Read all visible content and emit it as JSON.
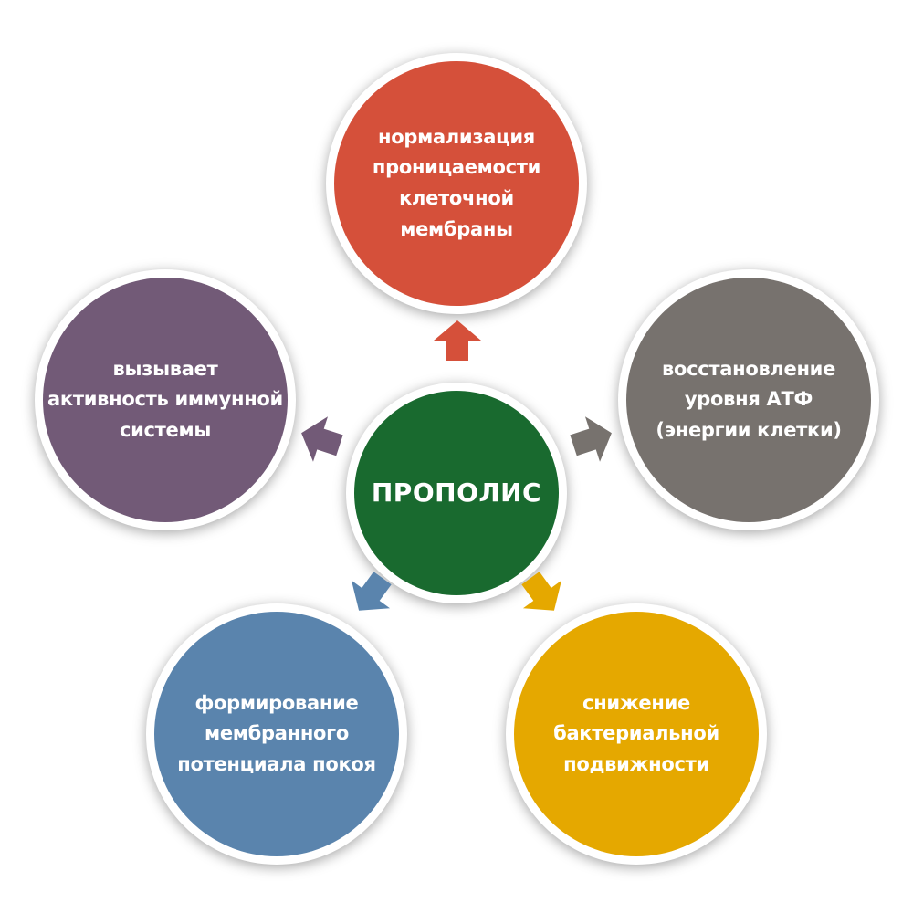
{
  "center": {
    "label": "ПРОПОЛИС",
    "color": "#196a2f"
  },
  "nodes": [
    {
      "id": "top",
      "lines": [
        "нормализация",
        "проницаемости",
        "клеточной",
        "мембраны"
      ],
      "color": "#d5503a",
      "icon": "arrow-up-icon"
    },
    {
      "id": "right",
      "lines": [
        "восстановление",
        "уровня АТФ",
        "(энергии клетки)"
      ],
      "color": "#77726e",
      "icon": "arrow-right-icon"
    },
    {
      "id": "bottom-right",
      "lines": [
        "снижение",
        "бактериальной",
        "подвижности"
      ],
      "color": "#e5a800",
      "icon": "arrow-down-right-icon"
    },
    {
      "id": "bottom-left",
      "lines": [
        "формирование",
        "мембранного",
        "потенциала покоя"
      ],
      "color": "#5a84ad",
      "icon": "arrow-down-left-icon"
    },
    {
      "id": "left",
      "lines": [
        "вызывает",
        "активность иммунной",
        "системы"
      ],
      "color": "#725a77",
      "icon": "arrow-left-icon"
    }
  ]
}
